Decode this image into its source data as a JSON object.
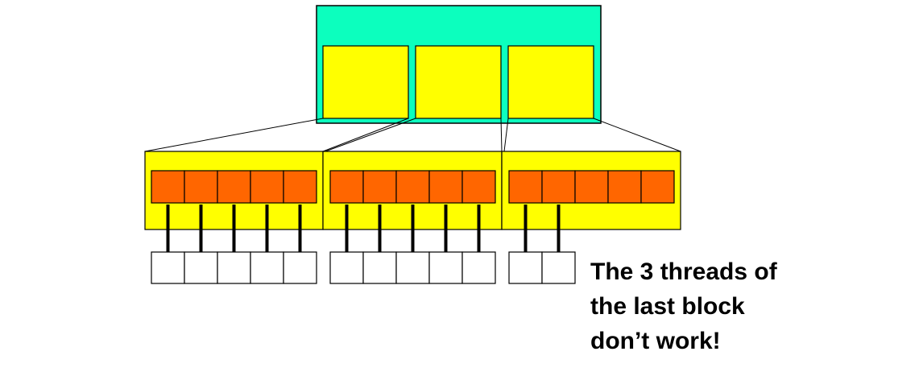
{
  "caption": {
    "line1": "The 3 threads of",
    "line2": "the last block",
    "line3": "don’t  work!"
  },
  "grid": {
    "block_count": 3
  },
  "blocks": [
    {
      "thread_count": 5,
      "active_threads": 5
    },
    {
      "thread_count": 5,
      "active_threads": 5
    },
    {
      "thread_count": 5,
      "active_threads": 2
    }
  ],
  "colors": {
    "grid_fill": "#0CFFBE",
    "block_fill": "#FFFF00",
    "thread_fill": "#FF6600",
    "data_cell_fill": "#FFFFFF",
    "stroke": "#000000"
  }
}
